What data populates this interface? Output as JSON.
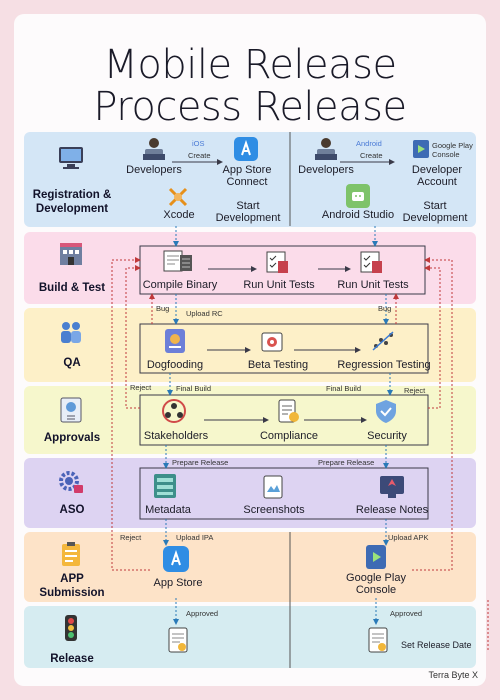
{
  "title": {
    "line1": "Mobile Release",
    "line2": "Process Release"
  },
  "sections": [
    {
      "key": "registration",
      "label": "Registration &\nDevelopment",
      "color": "#d4e6f6"
    },
    {
      "key": "build",
      "label": "Build & Test",
      "color": "#fbdcea"
    },
    {
      "key": "qa",
      "label": "QA",
      "color": "#fdf0c8"
    },
    {
      "key": "approvals",
      "label": "Approvals",
      "color": "#f6f7cc"
    },
    {
      "key": "aso",
      "label": "ASO",
      "color": "#ddd3f2"
    },
    {
      "key": "submission",
      "label": "APP\nSubmission",
      "color": "#fde3c8"
    },
    {
      "key": "release",
      "label": "Release",
      "color": "#d6ecf1"
    }
  ],
  "registration": {
    "ios_tag": "iOS",
    "create": "Create",
    "developers": "Developers",
    "app_store_connect": "App Store\nConnect",
    "xcode": "Xcode",
    "start_dev": "Start\nDevelopment",
    "android_tag": "Android",
    "google_play_console": "Google Play\nConsole",
    "developer_account": "Developer\nAccount",
    "android_studio": "Android Studio"
  },
  "build": {
    "compile": "Compile Binary",
    "unit_tests_1": "Run Unit Tests",
    "unit_tests_2": "Run Unit Tests",
    "bug": "Bug",
    "upload_rc": "Upload RC"
  },
  "qa": {
    "dogfooding": "Dogfooding",
    "beta": "Beta Testing",
    "regression": "Regression Testing",
    "reject": "Reject",
    "final_build": "Final Build"
  },
  "approvals": {
    "stakeholders": "Stakeholders",
    "compliance": "Compliance",
    "security": "Security",
    "prepare_release": "Prepare Release"
  },
  "aso": {
    "metadata": "Metadata",
    "screenshots": "Screenshots",
    "release_notes": "Release Notes"
  },
  "submission": {
    "reject": "Reject",
    "upload_ipa": "Upload IPA",
    "upload_apk": "Upload APK",
    "app_store": "App Store",
    "google_play_console": "Google Play\nConsole"
  },
  "release": {
    "approved": "Approved",
    "set_release_date": "Set Release Date"
  },
  "footer": "Terra Byte X"
}
